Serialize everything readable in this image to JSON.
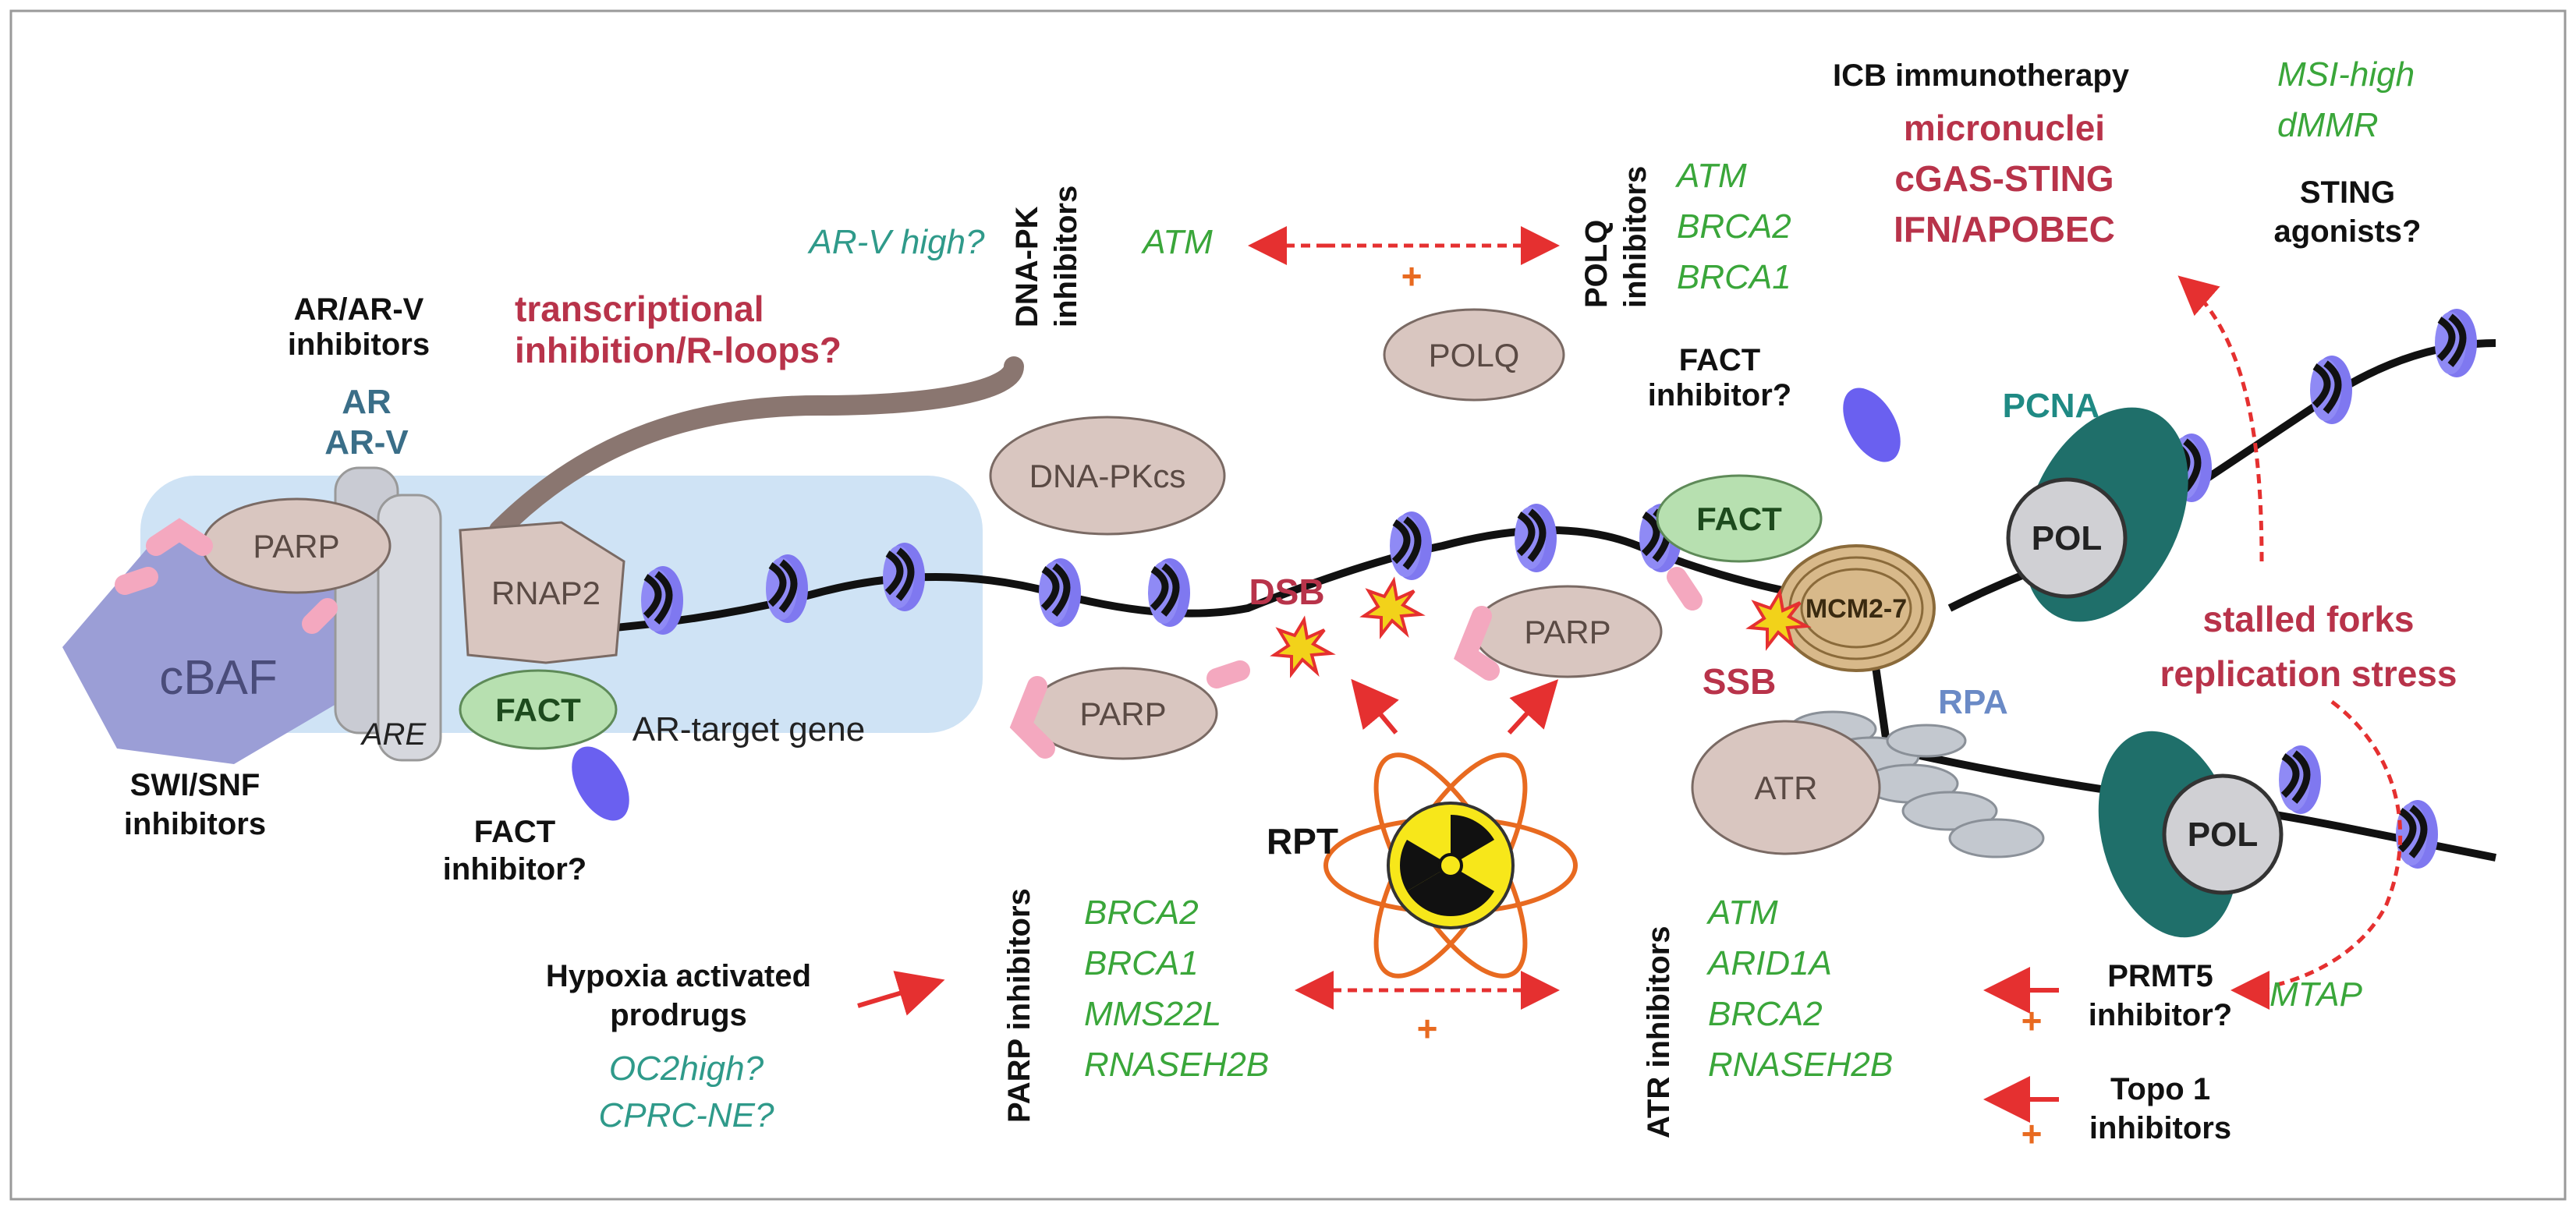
{
  "colors": {
    "black_text": "#111111",
    "red_text": "#b8334a",
    "green_text": "#3aa63a",
    "teal_text": "#2f9a8a",
    "protein_fill": "#d9c6c0",
    "fact_fill": "#b7e0b0",
    "nucleosome_blue": "#7f78f0",
    "arrow_red": "#e53030",
    "highlight_blue": "#cfe3f5",
    "cbaf_purple": "#9b9ed6",
    "pol_gray": "#d0d0d4",
    "pcna_teal": "#1f6f6a",
    "rpa_gray": "#c3c8cf"
  },
  "labels": {
    "ar_inhibitors_1": "AR/AR-V",
    "ar_inhibitors_2": "inhibitors",
    "ar": "AR",
    "arv": "AR-V",
    "transcriptional_1": "transcriptional",
    "transcriptional_2": "inhibition/R-loops?",
    "arv_high": "AR-V high?",
    "dnapk_inhib_1": "DNA-PK",
    "dnapk_inhib_2": "inhibitors",
    "atm_dnapk": "ATM",
    "polq_inhib_1": "POLQ",
    "polq_inhib_2": "inhibitors",
    "polq_genes": [
      "ATM",
      "BRCA2",
      "BRCA1"
    ],
    "icb": "ICB immunotherapy",
    "msi": [
      "MSI-high",
      "dMMR"
    ],
    "immune_red": [
      "micronuclei",
      "cGAS-STING",
      "IFN/APOBEC"
    ],
    "sting_1": "STING",
    "sting_2": "agonists?",
    "fact_inhib_top_1": "FACT",
    "fact_inhib_top_2": "inhibitor?",
    "pcna": "PCNA",
    "pol": "POL",
    "polq": "POLQ",
    "dnapkcs": "DNA-PKcs",
    "parp": "PARP",
    "rnap2": "RNAP2",
    "cbaf": "cBAF",
    "fact": "FACT",
    "are": "ARE",
    "ar_target_gene": "AR-target gene",
    "swi_1": "SWI/SNF",
    "swi_2": "inhibitors",
    "fact_inhib_bot_1": "FACT",
    "fact_inhib_bot_2": "inhibitor?",
    "dsb": "DSB",
    "ssb": "SSB",
    "mcm": "MCM2-7",
    "rpa": "RPA",
    "atr": "ATR",
    "stalled_1": "stalled forks",
    "stalled_2": "replication stress",
    "rpt": "RPT",
    "plus": "+",
    "parp_inhib": "PARP inhibitors",
    "parp_genes": [
      "BRCA2",
      "BRCA1",
      "MMS22L",
      "RNASEH2B"
    ],
    "hypoxia_1": "Hypoxia activated",
    "hypoxia_2": "prodrugs",
    "hypoxia_genes": [
      "OC2high?",
      "CPRC-NE?"
    ],
    "atr_inhib": "ATR inhibitors",
    "atr_genes": [
      "ATM",
      "ARID1A",
      "BRCA2",
      "RNASEH2B"
    ],
    "prmt5_1": "PRMT5",
    "prmt5_2": "inhibitor?",
    "mtap": "MTAP",
    "topo_1": "Topo 1",
    "topo_2": "inhibitors"
  },
  "icons": [
    "nucleosome-icon",
    "radiation-icon",
    "dna-break-star-icon",
    "arrow-icon"
  ]
}
